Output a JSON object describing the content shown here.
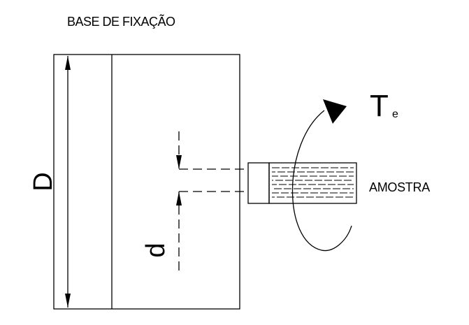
{
  "diagram": {
    "title": "BASE DE FIXAÇÃO",
    "dimension_large": "D",
    "dimension_small": "d",
    "torque_symbol": "T",
    "torque_subscript": "e",
    "sample_label": "AMOSTRA"
  }
}
